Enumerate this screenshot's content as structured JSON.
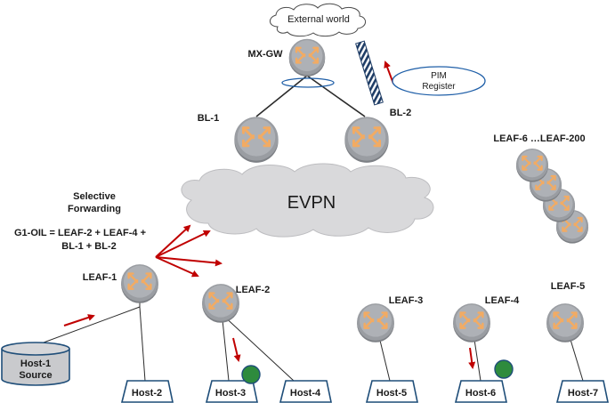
{
  "cloud_external": {
    "label": "External world"
  },
  "cloud_evpn": {
    "label": "EVPN"
  },
  "pim_register": {
    "line1": "PIM",
    "line2": "Register"
  },
  "routers": {
    "mx_gw": {
      "label": "MX-GW"
    },
    "bl_1": {
      "label": "BL-1"
    },
    "bl_2": {
      "label": "BL-2"
    },
    "leaf_1": {
      "label": "LEAF-1"
    },
    "leaf_2": {
      "label": "LEAF-2"
    },
    "leaf_3": {
      "label": "LEAF-3"
    },
    "leaf_4": {
      "label": "LEAF-4"
    },
    "leaf_5": {
      "label": "LEAF-5"
    },
    "leaf_range": {
      "label": "LEAF-6 …LEAF-200"
    }
  },
  "selective_forwarding": {
    "line1": "Selective",
    "line2": "Forwarding",
    "oil_line1": "G1-OIL = LEAF-2 + LEAF-4 +",
    "oil_line2": "BL-1 + BL-2"
  },
  "source": {
    "line1": "Host-1",
    "line2": "Source"
  },
  "hosts": [
    "Host-2",
    "Host-3",
    "Host-4",
    "Host-5",
    "Host-6",
    "Host-7"
  ],
  "colors": {
    "router_body": "#8f9196",
    "router_face": "#a7aaaf",
    "router_arrows": "#f2ab63",
    "cloud_fill": "#d9d9db",
    "host_border": "#1f4e79",
    "arrow_red": "#c00000",
    "receiver_green": "#2e8b3d",
    "pim_border": "#1f5fa8"
  }
}
